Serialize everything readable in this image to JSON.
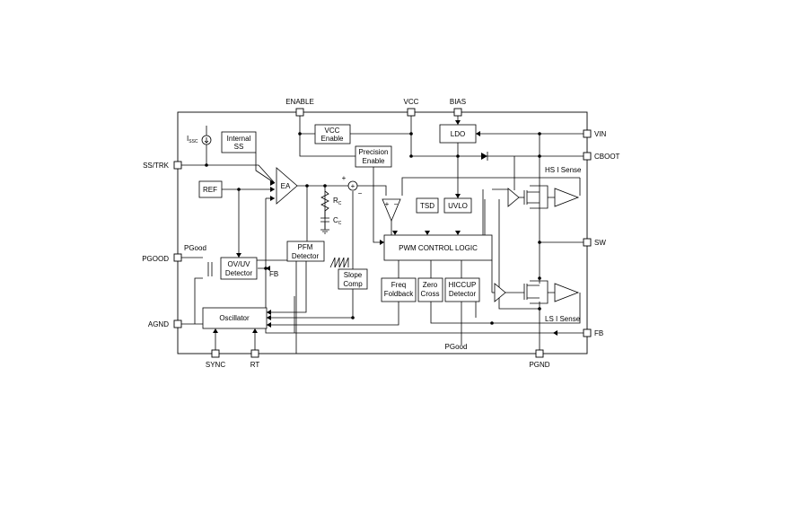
{
  "pins": {
    "enable": "ENABLE",
    "vcc": "VCC",
    "bias": "BIAS",
    "vin": "VIN",
    "cboot": "CBOOT",
    "sw": "SW",
    "fb": "FB",
    "pgnd": "PGND",
    "ss_trk": "SS/TRK",
    "pgood": "PGOOD",
    "agnd": "AGND",
    "sync": "SYNC",
    "rt": "RT"
  },
  "blocks": {
    "internal_ss": [
      "Internal",
      "SS"
    ],
    "vcc_enable": [
      "VCC",
      "Enable"
    ],
    "ldo": "LDO",
    "precision_enable": [
      "Precision",
      "Enable"
    ],
    "ref": "REF",
    "ea": "EA",
    "pfm_detector": [
      "PFM",
      "Detector"
    ],
    "ovuv_detector": [
      "OV/UV",
      "Detector"
    ],
    "tsd": "TSD",
    "uvlo": "UVLO",
    "pwm_control_logic": "PWM CONTROL LOGIC",
    "slope_comp": [
      "Slope",
      "Comp"
    ],
    "freq_foldback": [
      "Freq",
      "Foldback"
    ],
    "zero_cross": [
      "Zero",
      "Cross"
    ],
    "hiccup_detector": [
      "HICCUP",
      "Detector"
    ],
    "oscillator": "Oscillator"
  },
  "labels": {
    "issc_main": "I",
    "issc_sub": "SSC",
    "rc_main": "R",
    "rc_sub": "C",
    "cc_main": "C",
    "cc_sub": "C",
    "pgood_internal": "PGood",
    "fb_internal": "FB",
    "pgood_bottom": "PGood",
    "hs_sense": "HS I Sense",
    "ls_sense": "LS I Sense",
    "plus": "+",
    "minus": "−",
    "sum_symbol": "+"
  }
}
